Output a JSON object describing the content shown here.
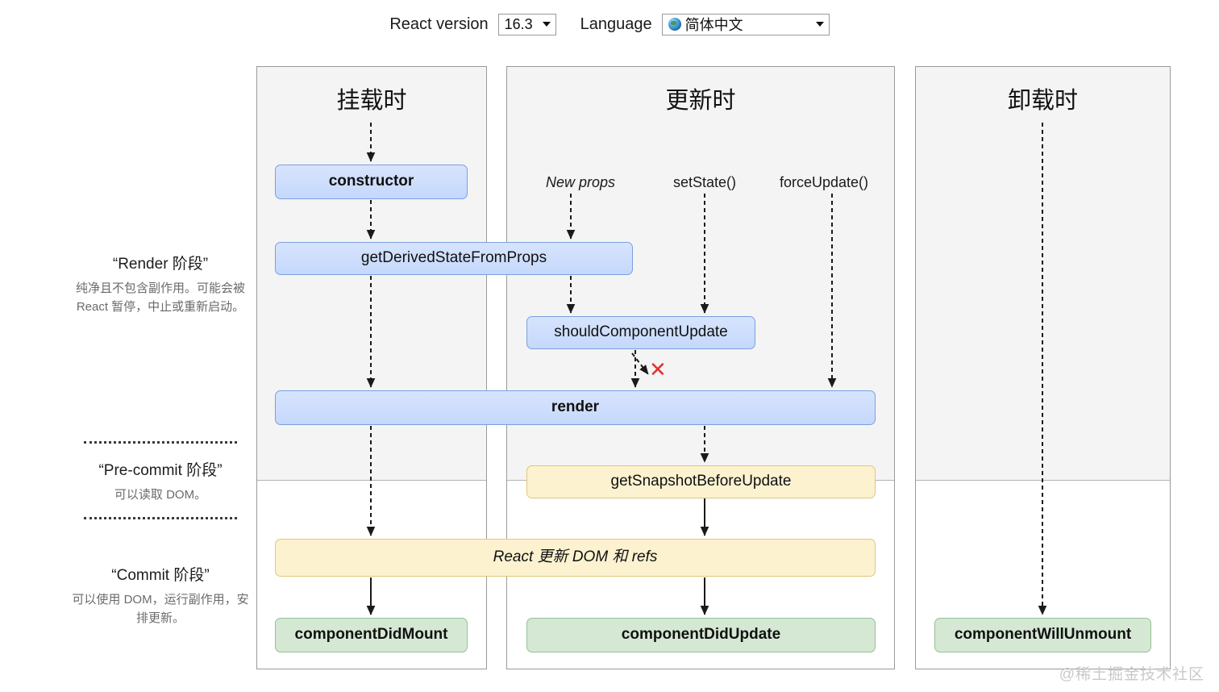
{
  "toolbar": {
    "react_version_label": "React version",
    "react_version_value": "16.3",
    "language_label": "Language",
    "language_value": "简体中文",
    "globe_icon": "globe-icon",
    "caret_icon": "chevron-down-icon"
  },
  "phases": [
    {
      "id": "render",
      "title": "“Render 阶段”",
      "desc": "纯净且不包含副作用。可能会被 React 暂停，中止或重新启动。"
    },
    {
      "id": "pre-commit",
      "title": "“Pre-commit 阶段”",
      "desc": "可以读取 DOM。"
    },
    {
      "id": "commit",
      "title": "“Commit 阶段”",
      "desc": "可以使用 DOM，运行副作用，安排更新。"
    }
  ],
  "columns": [
    {
      "id": "mount",
      "title": "挂载时"
    },
    {
      "id": "update",
      "title": "更新时"
    },
    {
      "id": "unmount",
      "title": "卸载时"
    }
  ],
  "triggers": [
    {
      "id": "new-props",
      "label": "New props",
      "italic": true
    },
    {
      "id": "set-state",
      "label": "setState()",
      "italic": false
    },
    {
      "id": "force-update",
      "label": "forceUpdate()",
      "italic": false
    }
  ],
  "nodes": {
    "constructor": "constructor",
    "get_derived_state_from_props": "getDerivedStateFromProps",
    "should_component_update": "shouldComponentUpdate",
    "render": "render",
    "get_snapshot_before_update": "getSnapshotBeforeUpdate",
    "react_updates_dom": "React 更新 DOM 和 refs",
    "component_did_mount": "componentDidMount",
    "component_did_update": "componentDidUpdate",
    "component_will_unmount": "componentWillUnmount"
  },
  "markers": {
    "skip_render_x": "✕"
  },
  "watermark": "@稀土掘金技术社区",
  "colors": {
    "blue_fill": "#cfdffc",
    "blue_border": "#7a9fe0",
    "yellow_fill": "#fcf2d0",
    "yellow_border": "#e0c878",
    "green_fill": "#d5e8d4",
    "green_border": "#96c095",
    "panel_top_bg": "#f4f4f4",
    "panel_border": "#9a9a9a",
    "x_mark": "#e23030",
    "arrow": "#1a1a1a"
  }
}
